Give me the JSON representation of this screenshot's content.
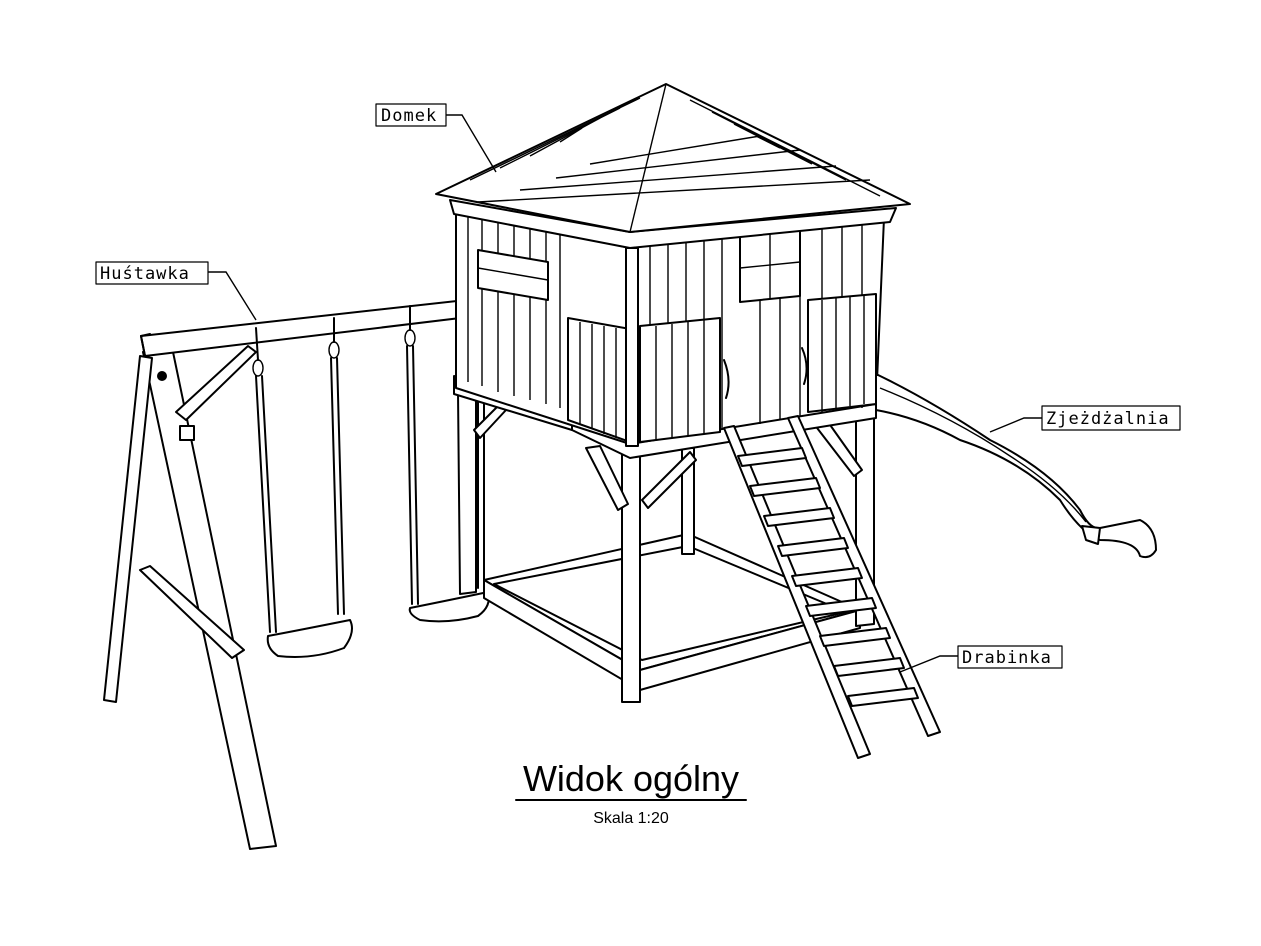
{
  "title": "Widok ogólny",
  "scale": "Skala 1:20",
  "labels": {
    "house": "Domek",
    "swing": "Huśtawka",
    "slide": "Zjeżdżalnia",
    "ladder": "Drabinka"
  }
}
